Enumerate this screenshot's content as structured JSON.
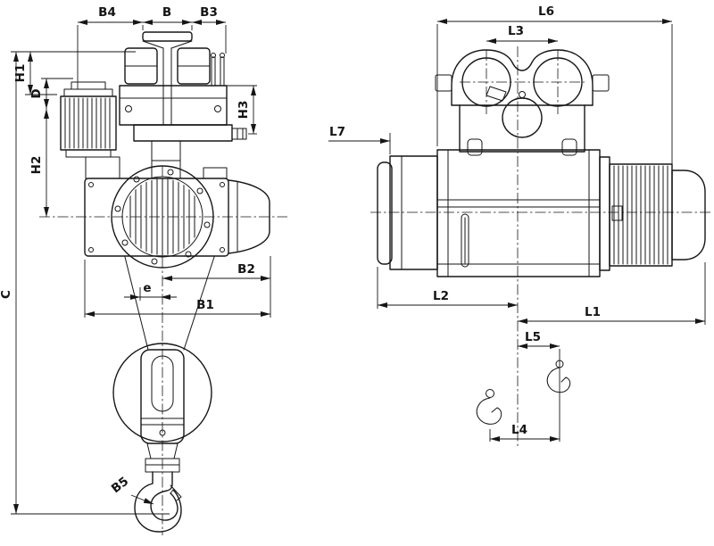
{
  "colors": {
    "background": "#ffffff",
    "ink": "#161616"
  },
  "dims": {
    "b4": "B4",
    "b": "B",
    "b3": "B3",
    "h1": "H1",
    "d": "D",
    "h2": "H2",
    "h3": "H3",
    "c": "C",
    "b2": "B2",
    "e": "e",
    "b1": "B1",
    "b5": "B5",
    "l6": "L6",
    "l3": "L3",
    "l7": "L7",
    "l2": "L2",
    "l1": "L1",
    "l5": "L5",
    "l4": "L4"
  }
}
